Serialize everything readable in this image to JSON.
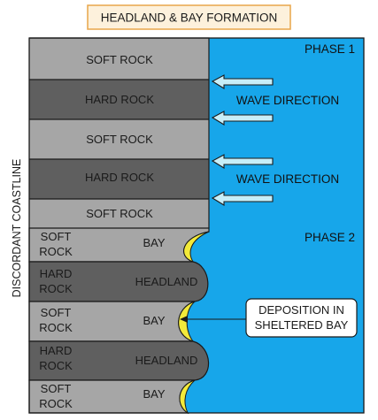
{
  "title": "HEADLAND & BAY FORMATION",
  "side_label": "DISCORDANT COASTLINE",
  "phase1": {
    "label": "PHASE 1",
    "bands": [
      "SOFT ROCK",
      "HARD ROCK",
      "SOFT ROCK",
      "HARD ROCK",
      "SOFT ROCK"
    ],
    "wave_labels": [
      "WAVE DIRECTION",
      "WAVE DIRECTION"
    ]
  },
  "phase2": {
    "label": "PHASE 2",
    "rows": [
      {
        "rock": [
          "SOFT",
          "ROCK"
        ],
        "feature": "BAY"
      },
      {
        "rock": [
          "HARD",
          "ROCK"
        ],
        "feature": "HEADLAND"
      },
      {
        "rock": [
          "SOFT",
          "ROCK"
        ],
        "feature": "BAY"
      },
      {
        "rock": [
          "HARD",
          "ROCK"
        ],
        "feature": "HEADLAND"
      },
      {
        "rock": [
          "SOFT",
          "ROCK"
        ],
        "feature": "BAY"
      }
    ],
    "callout": [
      "DEPOSITION IN",
      "SHELTERED BAY"
    ]
  },
  "colors": {
    "sea": "#17a6ea",
    "hard_rock": "#5f5f5f",
    "soft_rock": "#a6a6a6",
    "sand": "#f3ea3a",
    "arrow": "#c7eef8",
    "title_box": "#fdf1dc",
    "title_border": "#e8a54a"
  }
}
